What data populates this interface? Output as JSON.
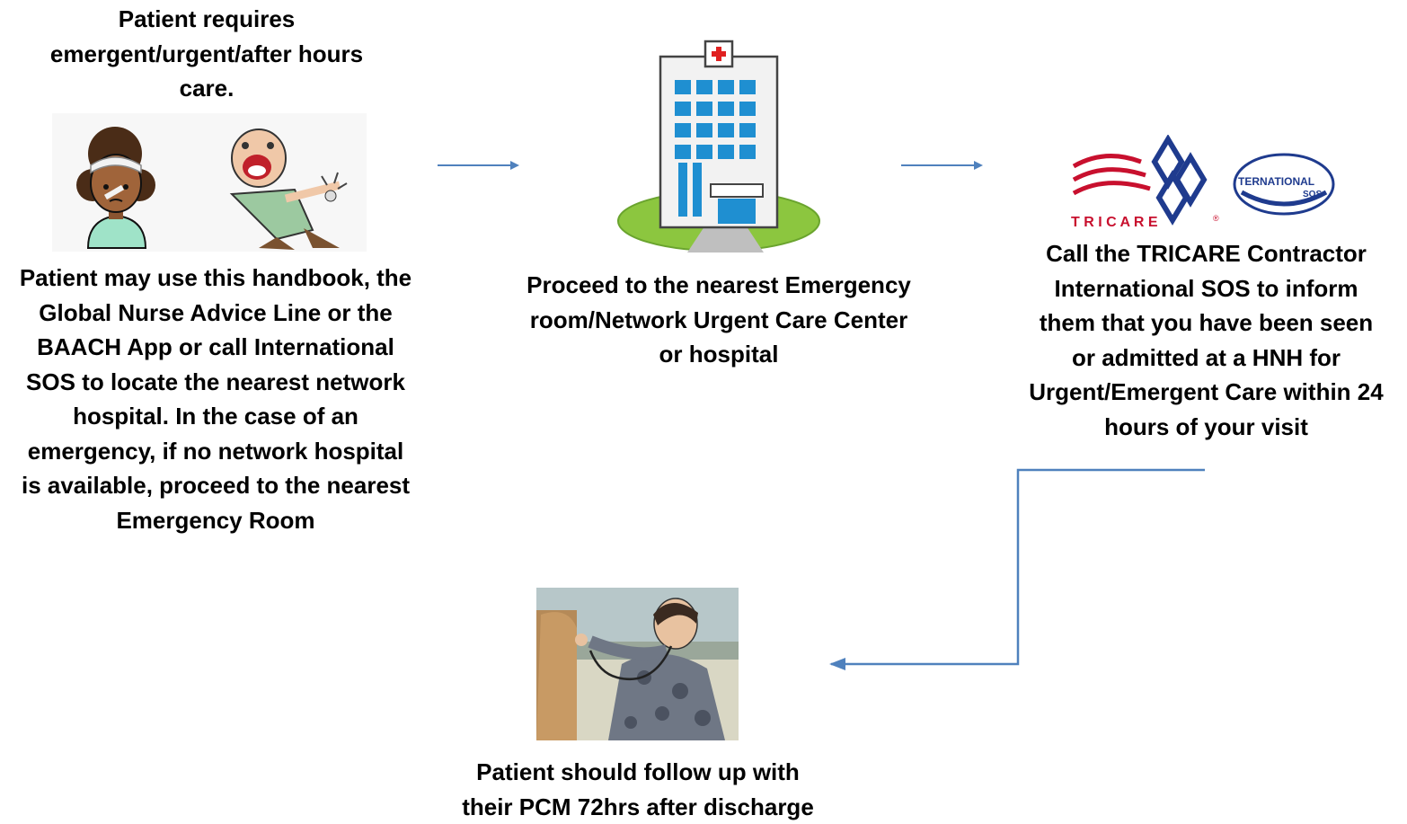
{
  "steps": [
    {
      "text": "Patient requires\nemergent/urgent/after hours\ncare."
    },
    {
      "text": "Patient may use this handbook, the\nGlobal Nurse Advice Line or the\nBAACH App or call International\nSOS to locate the nearest network\nhospital. In the case of an\nemergency, if no network hospital\nis available, proceed to the nearest\nEmergency Room"
    },
    {
      "text": "Proceed to the nearest Emergency\nroom/Network Urgent Care Center\nor hospital"
    },
    {
      "text": "Call the TRICARE Contractor\nInternational SOS to inform\nthem that you have been seen\nor admitted at a HNH for\nUrgent/Emergent Care within 24\nhours of your visit"
    },
    {
      "text": "Patient should follow up with\ntheir PCM 72hrs after discharge"
    }
  ],
  "logos": {
    "tricare": "T R I C A R E",
    "registered": "®",
    "sos_line1": "TERNATIONAL",
    "sos_line2": "SOS"
  },
  "icons": {
    "sick_patients": "sick-patients-icon",
    "hospital": "hospital-building-icon",
    "doctor": "doctor-checkup-icon"
  },
  "colors": {
    "arrow": "#4F81BD",
    "tricare_red": "#C8102E",
    "tricare_blue": "#1F3B8E"
  }
}
